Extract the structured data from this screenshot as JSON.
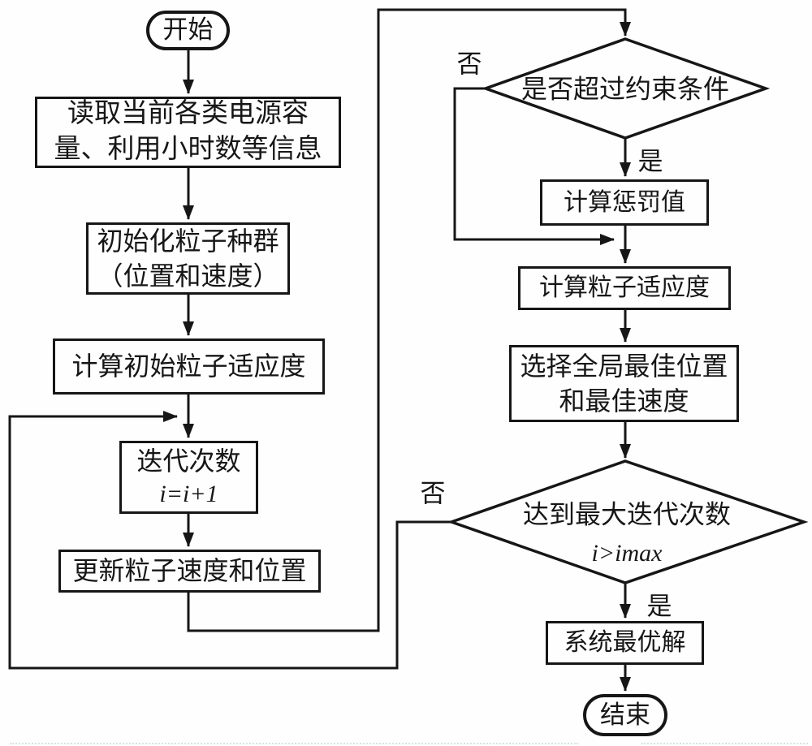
{
  "diagram": {
    "nodes": {
      "start": {
        "label": "开始"
      },
      "read_info": {
        "lines": [
          "读取当前各类电源容",
          "量、利用小时数等信息"
        ]
      },
      "init_swarm": {
        "lines": [
          "初始化粒子种群",
          "（位置和速度）"
        ]
      },
      "calc_init_fitness": {
        "label": "计算初始粒子适应度"
      },
      "iteration_counter": {
        "line1": "迭代次数",
        "line2": "i=i+1"
      },
      "update_particles": {
        "label": "更新粒子速度和位置"
      },
      "constraint_check": {
        "label": "是否超过约束条件"
      },
      "calc_penalty": {
        "label": "计算惩罚值"
      },
      "calc_fitness": {
        "label": "计算粒子适应度"
      },
      "select_best": {
        "lines": [
          "选择全局最佳位置",
          "和最佳速度"
        ]
      },
      "max_iteration_check": {
        "line1": "达到最大迭代次数",
        "line2": "i>imax"
      },
      "optimal_solution": {
        "label": "系统最优解"
      },
      "end": {
        "label": "结束"
      }
    },
    "edge_labels": {
      "constraint_no": "否",
      "constraint_yes": "是",
      "max_iter_no": "否",
      "max_iter_yes": "是"
    },
    "colors": {
      "line": "#161616",
      "background": "#fefefe"
    }
  }
}
